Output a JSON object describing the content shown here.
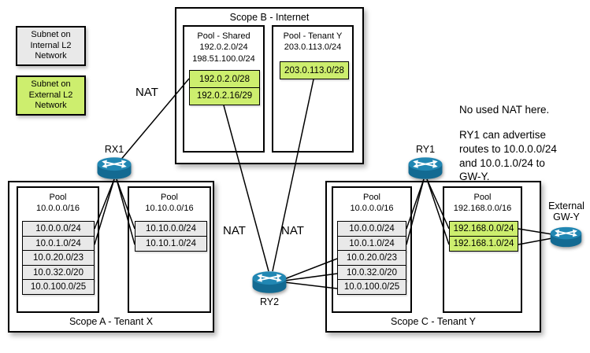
{
  "colors": {
    "internal_fill": "#e9e9e9",
    "external_fill": "#cdee6e",
    "router_top": "#2187b3",
    "router_body": "#136a92",
    "line": "#000000"
  },
  "legend": {
    "internal": "Subnet on\nInternal L2\nNetwork",
    "external": "Subnet on\nExternal L2\nNetwork"
  },
  "scope_b": {
    "title": "Scope B - Internet",
    "pool_shared": {
      "title": "Pool - Shared\n192.0.2.0/24\n198.51.100.0/24",
      "subnets": [
        "192.0.2.0/28",
        "192.0.2.16/29"
      ]
    },
    "pool_tenant_y": {
      "title": "Pool - Tenant Y\n203.0.113.0/24",
      "subnets": [
        "203.0.113.0/28"
      ]
    }
  },
  "scope_a": {
    "title": "Scope A - Tenant X",
    "pool_left": {
      "title": "Pool\n10.0.0.0/16",
      "subnets": [
        "10.0.0.0/24",
        "10.0.1.0/24",
        "10.0.20.0/23",
        "10.0.32.0/20",
        "10.0.100.0/25"
      ]
    },
    "pool_right": {
      "title": "Pool\n10.10.0.0/16",
      "subnets": [
        "10.10.0.0/24",
        "10.10.1.0/24"
      ]
    }
  },
  "scope_c": {
    "title": "Scope C - Tenant Y",
    "pool_left": {
      "title": "Pool\n10.0.0.0/16",
      "subnets": [
        "10.0.0.0/24",
        "10.0.1.0/24",
        "10.0.20.0/23",
        "10.0.32.0/20",
        "10.0.100.0/25"
      ]
    },
    "pool_right": {
      "title": "Pool\n192.168.0.0/16",
      "subnets": [
        "192.168.0.0/24",
        "192.168.1.0/24"
      ]
    }
  },
  "routers": {
    "rx1": "RX1",
    "ry1": "RY1",
    "ry2": "RY2",
    "gwy": "External\nGW-Y"
  },
  "nat": {
    "rx1_link": "NAT",
    "ry2_left_link": "NAT",
    "ry2_right_link": "NAT"
  },
  "notes": {
    "no_nat": "No used NAT here.",
    "ry1_advertise": "RY1 can advertise\nroutes to 10.0.0.0/24\nand 10.0.1.0/24 to\nGW-Y."
  }
}
